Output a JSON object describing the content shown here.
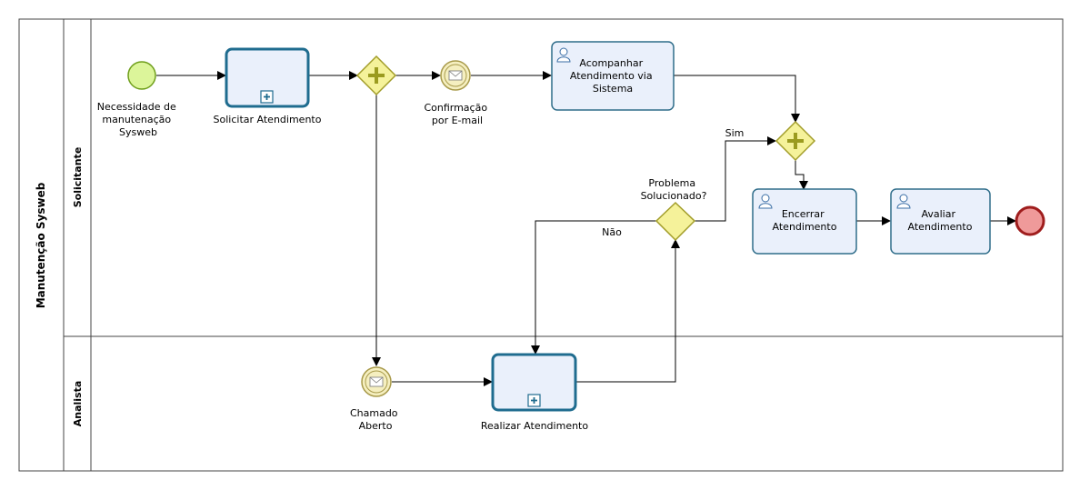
{
  "pool": {
    "label": "Manutenção Sysweb"
  },
  "lanes": {
    "solicitante": "Solicitante",
    "analista": "Analista"
  },
  "events": {
    "start": [
      "Necessidade de",
      "manutenação",
      "Sysweb"
    ],
    "confirmacao": [
      "Confirmação",
      "por E-mail"
    ],
    "chamado": [
      "Chamado",
      "Aberto"
    ]
  },
  "tasks": {
    "solicitar": [
      "Solicitar Atendimento"
    ],
    "acompanhar": [
      "Acompanhar",
      "Atendimento via",
      "Sistema"
    ],
    "encerrar": [
      "Encerrar",
      "Atendimento"
    ],
    "avaliar": [
      "Avaliar",
      "Atendimento"
    ],
    "realizar": [
      "Realizar Atendimento"
    ]
  },
  "gateways": {
    "decision": [
      "Problema",
      "Solucionado?"
    ]
  },
  "flows": {
    "yes": "Sim",
    "no": "Não"
  },
  "colors": {
    "task_fill": "#eaf0fb",
    "task_stroke": "#2f6d8a",
    "subprocess_stroke": "#1f6c8f",
    "gateway_fill": "#f5f29a",
    "gateway_stroke": "#a29d2a",
    "gateway_plus": "#9b9b1f",
    "start_fill": "#dcf59a",
    "start_stroke": "#6e9e1a",
    "end_fill": "#ef9a9a",
    "end_stroke": "#9f1d1d",
    "message_fill": "#f5efc0",
    "message_stroke": "#a89a4a"
  }
}
